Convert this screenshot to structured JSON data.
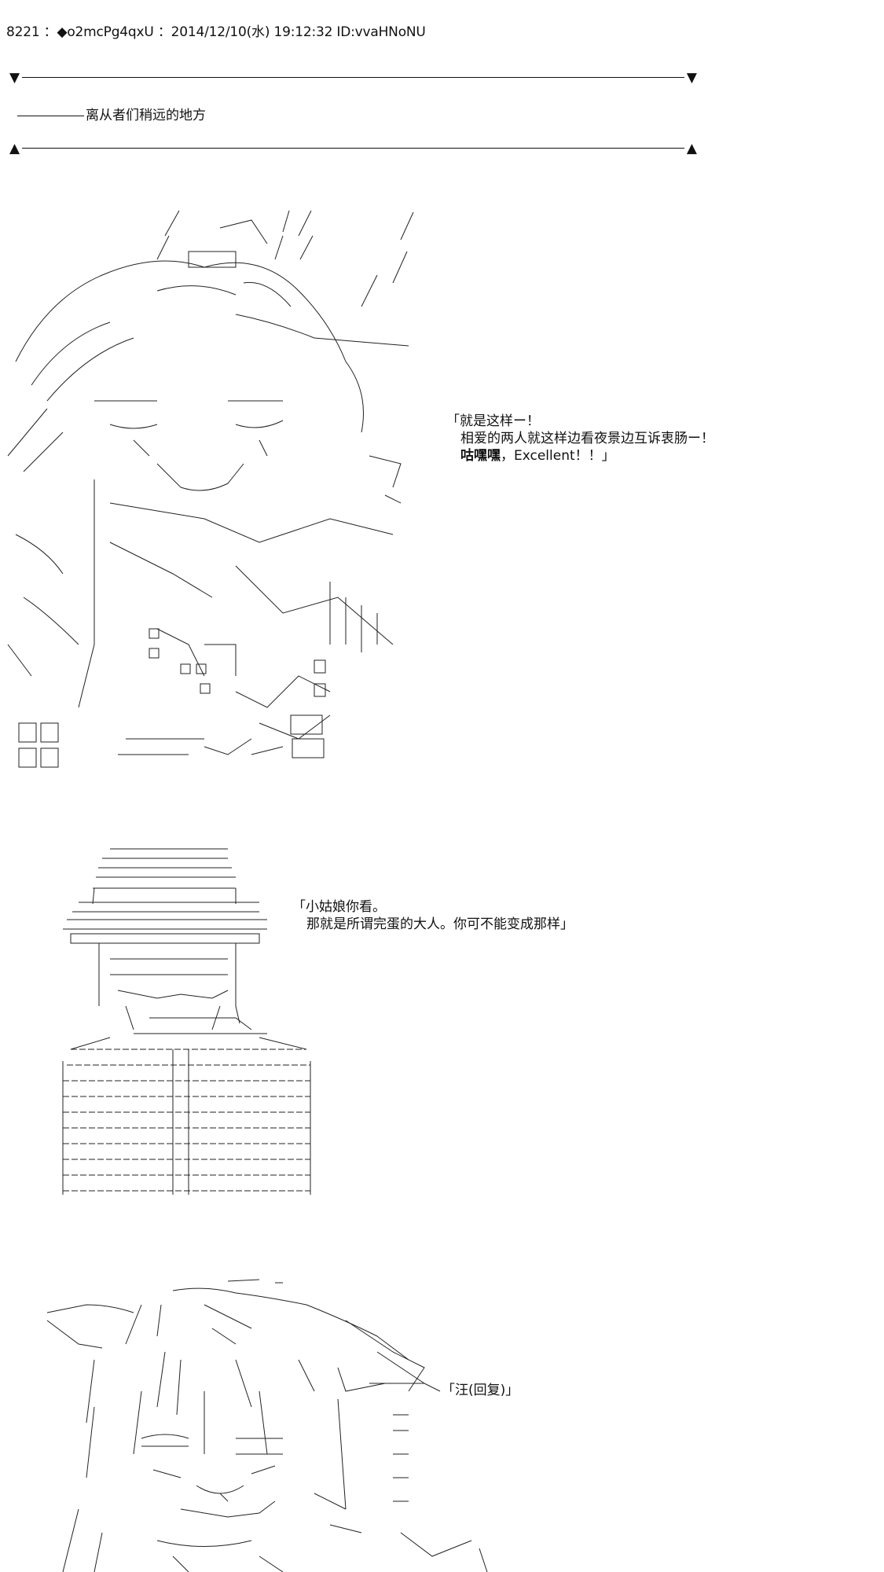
{
  "post": {
    "header": "8221 ：◆o2mcPg4qxU ：2014/12/10(水) 19:12:32 ID:vvaHNoNU"
  },
  "scene": {
    "top_rule_glyph": "▼",
    "bottom_rule_glyph": "▲",
    "location_text": "离从者们稍远的地方"
  },
  "dialogue": {
    "line1": {
      "open": "「就是这样ー！",
      "body": "相爱的两人就这样边看夜景边互诉衷肠ー！",
      "tail_bold": "咕嘿嘿",
      "tail_rest": "，Excellent！！」"
    },
    "line2": {
      "open": "「小姑娘你看。",
      "body": "那就是所谓完蛋的大人。你可不能变成那样」"
    },
    "line3": {
      "text": "「汪(回复)」"
    }
  }
}
